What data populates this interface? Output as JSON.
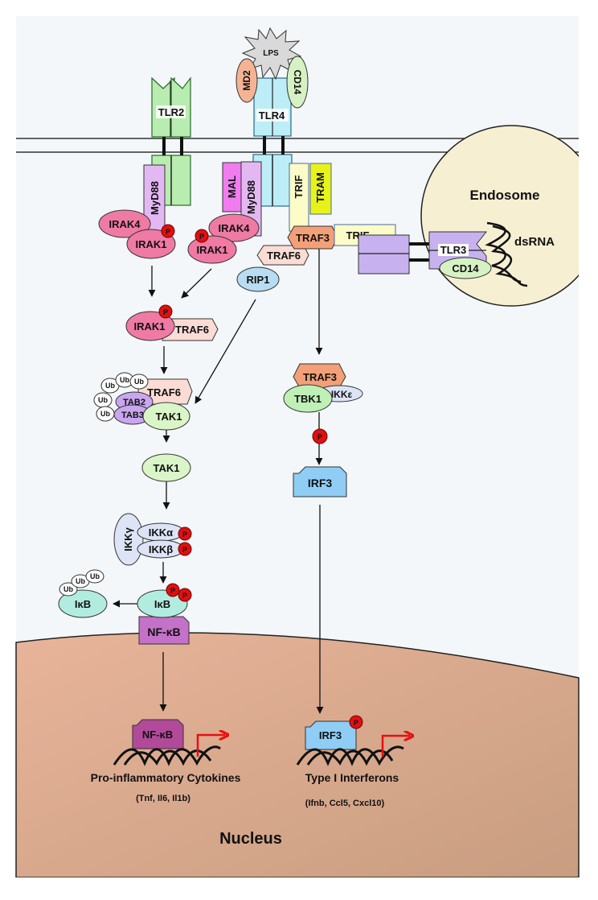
{
  "title": "TLR signaling pathways",
  "colors": {
    "cytoplasm": "#f3f7f9",
    "nucleus": "#e8b49a",
    "nucleus_dark": "#c89d80",
    "endosome": "#f7efd2",
    "tlr2": "#b9ecb0",
    "tlr4": "#bdeef7",
    "myd88": "#e3b8f2",
    "mal": "#f07cf0",
    "trif": "#fcfcc8",
    "tram": "#e6f21a",
    "irak": "#ef7aa3",
    "traf6": "#fadcd4",
    "traf3": "#f3a078",
    "rip1": "#b8dcf2",
    "tab": "#c9a6ee",
    "tak1": "#daf5c8",
    "tbk1": "#bff0b6",
    "ikk": "#dde4f6",
    "ikb": "#b2ece0",
    "nfkb": "#c472c8",
    "nfkb_nuc": "#b24a9a",
    "irf3": "#8fcdf5",
    "tlr3": "#c7b2ef",
    "phospho": "#e01010",
    "lps": "#d9d9d9",
    "md2": "#f4b494",
    "cd14": "#d6f2c4",
    "tss_arrow": "#e81010"
  },
  "labels": {
    "lps": "LPS",
    "md2": "MD2",
    "cd14": "CD14",
    "tlr2": "TLR2",
    "tlr4": "TLR4",
    "myd88": "MyD88",
    "mal": "MAL",
    "trif": "TRIF",
    "tram": "TRAM",
    "irak4": "IRAK4",
    "irak1": "IRAK1",
    "traf3": "TRAF3",
    "traf6": "TRAF6",
    "rip1": "RIP1",
    "endosome": "Endosome",
    "tlr3": "TLR3",
    "dsrna": "dsRNA",
    "phospho": "P",
    "ub": "Ub",
    "tab2": "TAB2",
    "tab3": "TAB3",
    "tak1": "TAK1",
    "tbk1": "TBK1",
    "ikke": "IKKε",
    "irf3": "IRF3",
    "ikkg": "IKKγ",
    "ikka": "IKKα",
    "ikkb": "IKKβ",
    "ikb": "IκB",
    "nfkb": "NF-κB",
    "nucleus": "Nucleus"
  },
  "outputs": {
    "nfkb_genes_title": "Pro-inflammatory Cytokines",
    "nfkb_genes_list": "(Tnf, Il6, Il1b)",
    "irf3_genes_title": "Type I Interferons",
    "irf3_genes_list": "(Ifnb, Ccl5, Cxcl10)"
  }
}
